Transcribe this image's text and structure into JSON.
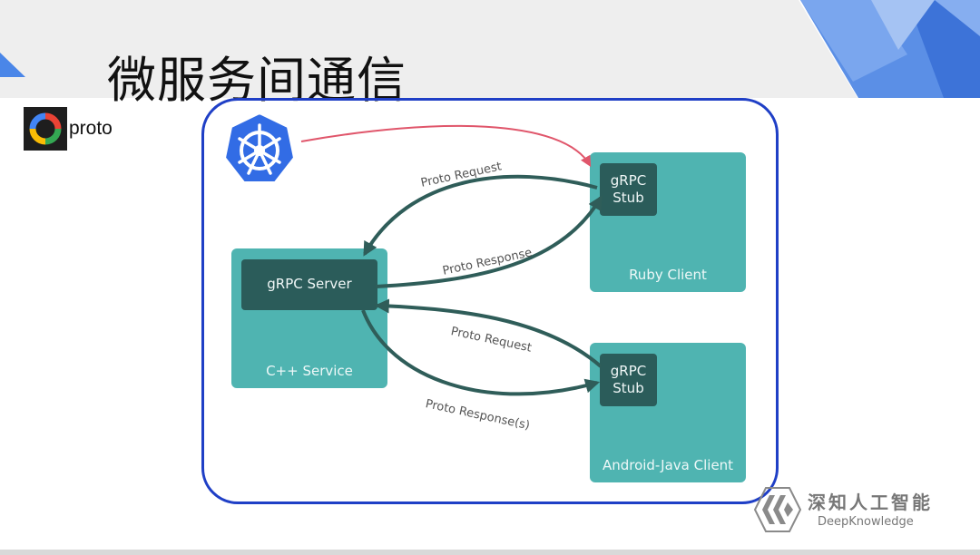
{
  "slide": {
    "title": "微服务间通信",
    "proto_label": "proto"
  },
  "diagram": {
    "server_box": {
      "inner_label": "gRPC Server",
      "label": "C++ Service"
    },
    "ruby_box": {
      "inner_label_line1": "gRPC",
      "inner_label_line2": "Stub",
      "label": "Ruby Client"
    },
    "android_box": {
      "inner_label_line1": "gRPC",
      "inner_label_line2": "Stub",
      "label": "Android-Java Client"
    },
    "edges": {
      "ruby_request": "Proto Request",
      "ruby_response": "Proto Response",
      "android_request": "Proto Request",
      "android_response": "Proto Response(s)"
    }
  },
  "watermark": {
    "name_cn": "深知人工智能",
    "name_en": "DeepKnowledge"
  },
  "colors": {
    "frame": "#1f3fc6",
    "box": "#4fb4b1",
    "inner": "#2b5c5a",
    "arrow": "#2f5d59",
    "k8s_arrow": "#e0566b",
    "k8s_logo": "#326ce5"
  },
  "icons": [
    "kubernetes-icon",
    "proto-logo-icon",
    "deepknowledge-logo-icon"
  ]
}
